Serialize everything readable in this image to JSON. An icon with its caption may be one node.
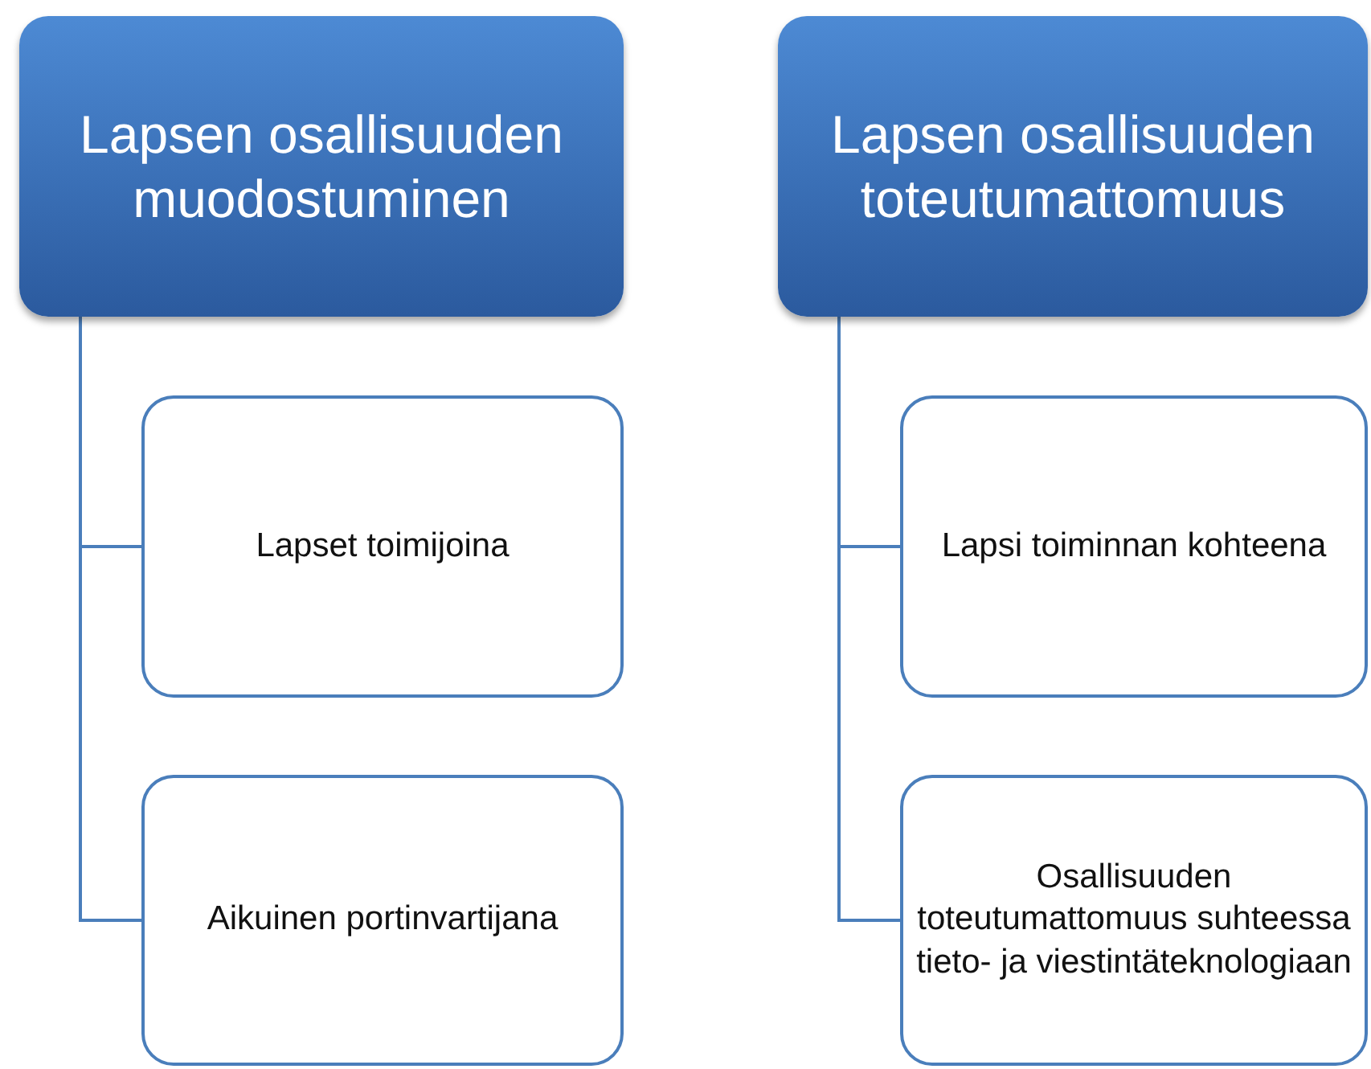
{
  "diagram": {
    "nodes": [
      {
        "text": [
          "Lapsen osallisuuden muodostuminen"
        ]
      },
      {
        "text": [
          "Lapset toimijoina"
        ]
      },
      {
        "text": [
          "Aikuinen portinvartijana"
        ]
      },
      {
        "text": [
          "Lapsen osallisuuden toteutumattomuus"
        ]
      },
      {
        "text": [
          "Lapsi toiminnan kohteena"
        ]
      },
      {
        "text": [
          "Osallisuuden toteutumattomuus suhteessa tieto- ja viestintäteknologiaan"
        ]
      }
    ],
    "edges": [
      {
        "from": 0,
        "to": 1,
        "arrow": "none"
      },
      {
        "from": 0,
        "to": 2,
        "arrow": "none"
      },
      {
        "from": 3,
        "to": 4,
        "arrow": "none"
      },
      {
        "from": 3,
        "to": 5,
        "arrow": "none"
      }
    ]
  }
}
